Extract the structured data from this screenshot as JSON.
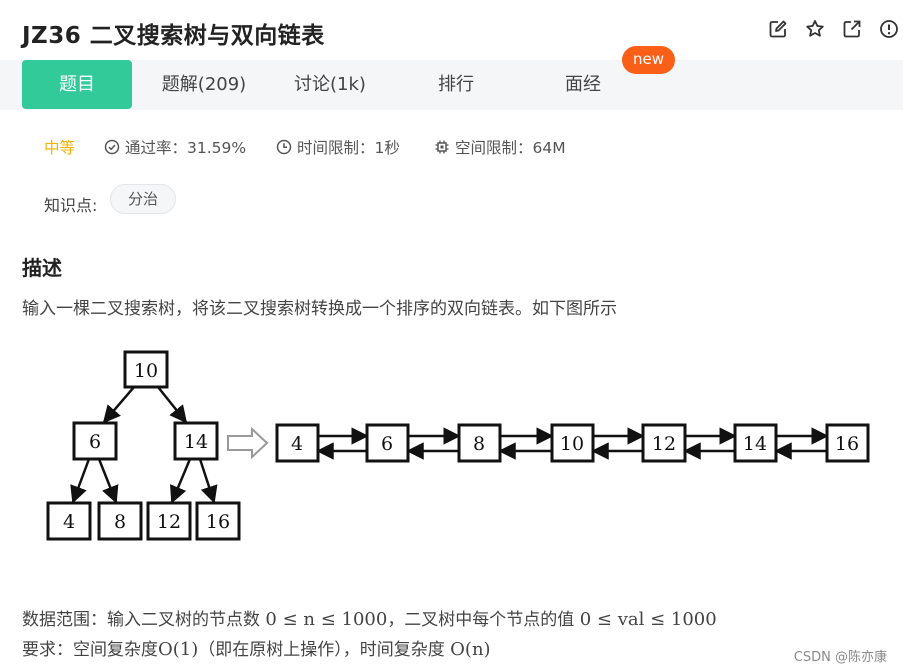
{
  "header": {
    "title": "JZ36  二叉搜索树与双向链表"
  },
  "tabs": [
    {
      "label": "题目"
    },
    {
      "label": "题解(209)"
    },
    {
      "label": "讨论(1k)"
    },
    {
      "label": "排行"
    },
    {
      "label": "面经"
    }
  ],
  "badge_new": "new",
  "meta": {
    "difficulty": "中等",
    "pass_rate": "通过率：31.59%",
    "time_limit": "时间限制：1秒",
    "space_limit": "空间限制：64M"
  },
  "knowledge": {
    "label": "知识点:",
    "tag": "分治"
  },
  "description": {
    "title": "描述",
    "text": "输入一棵二叉搜索树，将该二叉搜索树转换成一个排序的双向链表。如下图所示"
  },
  "figure": {
    "tree": {
      "root": "10",
      "level1": [
        "6",
        "14"
      ],
      "level2": [
        "4",
        "8",
        "12",
        "16"
      ]
    },
    "list": [
      "4",
      "6",
      "8",
      "10",
      "12",
      "14",
      "16"
    ]
  },
  "range": {
    "prefix": "数据范围：输入二叉树的节点数 ",
    "math1": "0 ≤ n ≤ 1000",
    "middle": "，二叉树中每个节点的值 ",
    "math2": "0 ≤ val ≤ 1000"
  },
  "requirement": {
    "prefix": "要求：空间复杂度",
    "math1": "O(1)",
    "middle": "（即在原树上操作），时间复杂度 ",
    "math2": "O(n)"
  },
  "watermark": "CSDN @陈亦康"
}
